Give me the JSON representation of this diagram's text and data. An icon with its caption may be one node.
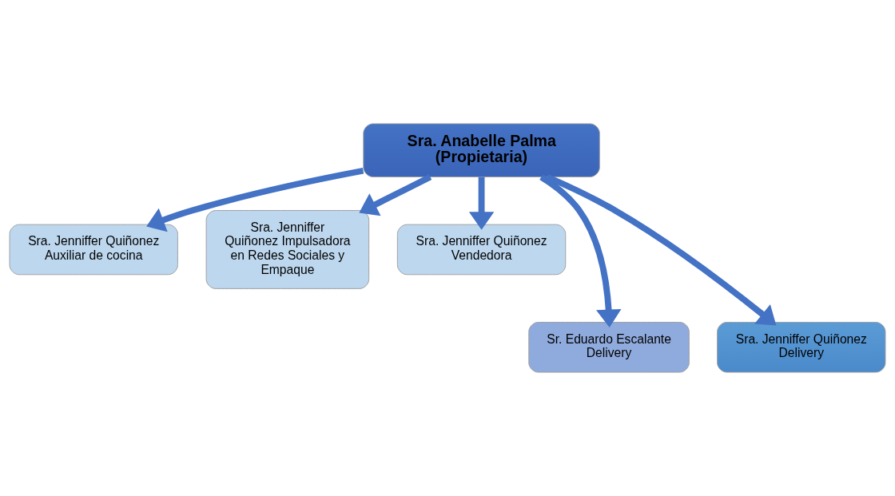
{
  "diagram": {
    "nodes": [
      {
        "text": [
          "Sra. Anabelle Palma (Propietaria)"
        ]
      },
      {
        "text": [
          "Sra. Jenniffer Quiñonez Auxiliar de cocina"
        ]
      },
      {
        "text": [
          "Sra. Jenniffer Quiñonez Impulsadora en Redes Sociales y Empaque"
        ]
      },
      {
        "text": [
          "Sra. Jenniffer Quiñonez Vendedora"
        ]
      },
      {
        "text": [
          "Sr. Eduardo Escalante Delivery"
        ]
      },
      {
        "text": [
          "Sra. Jenniffer Quiñonez Delivery"
        ]
      }
    ],
    "edges": [
      {
        "from": 0,
        "to": 1,
        "arrow": "to"
      },
      {
        "from": 0,
        "to": 4,
        "arrow": "to"
      },
      {
        "from": 0,
        "to": 2,
        "arrow": "to"
      },
      {
        "from": 0,
        "to": 5,
        "arrow": "to"
      },
      {
        "from": 0,
        "to": 3,
        "arrow": "to"
      }
    ]
  }
}
